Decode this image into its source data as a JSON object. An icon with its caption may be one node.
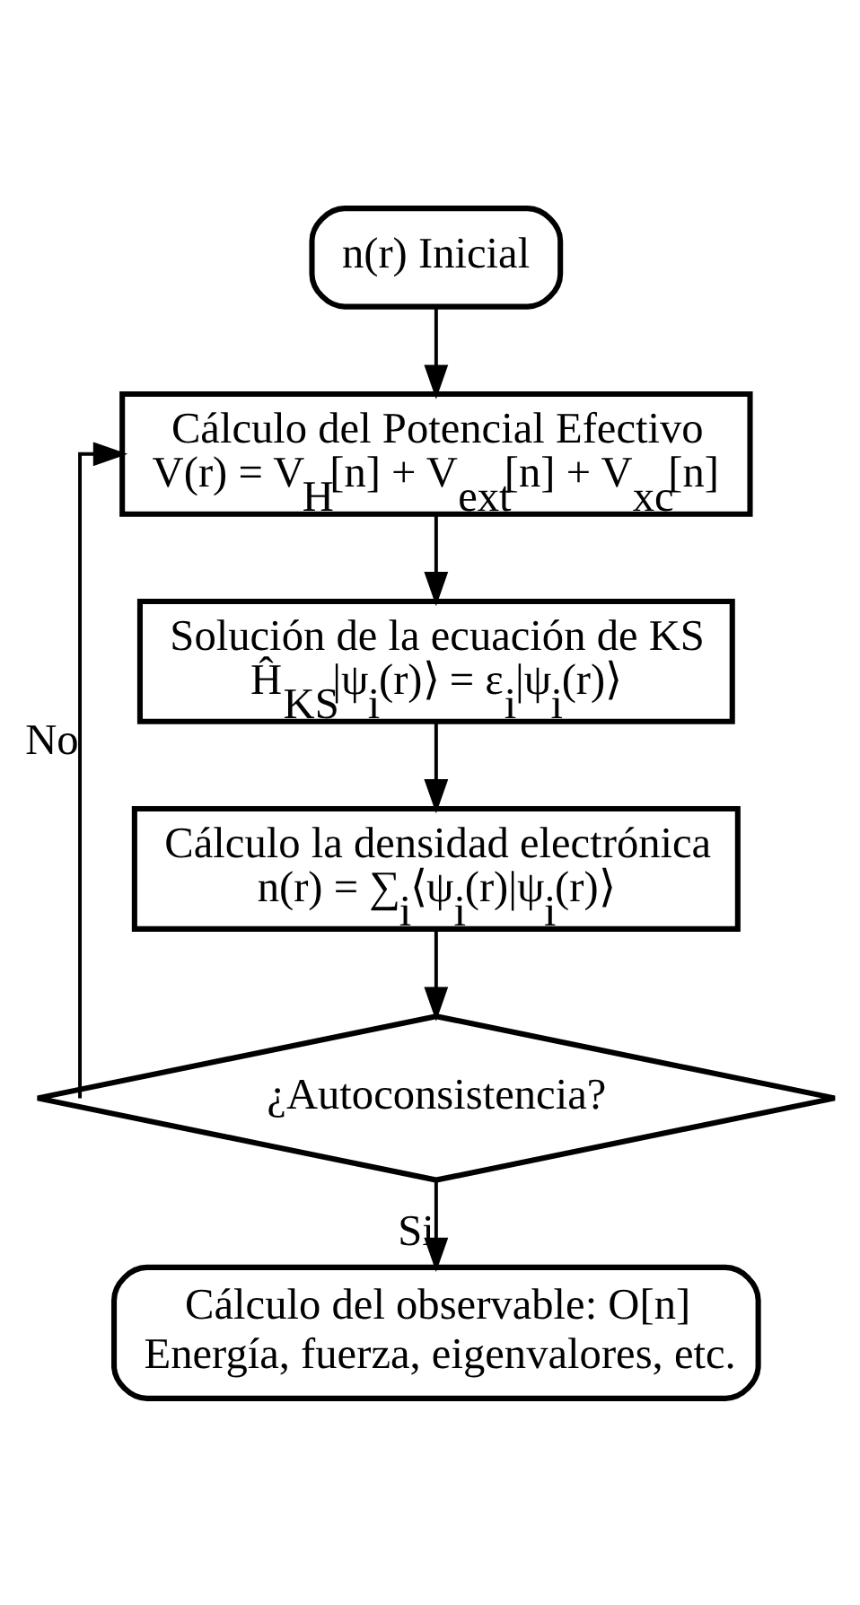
{
  "diagram": {
    "nodes": [
      {
        "text": [
          "n(r) Inicial"
        ]
      },
      {
        "text": [
          "Cálculo del Potencial Efectivo",
          "V(r) = V$_{H}$[n] + V$_{ext}$[n] + V$_{xc}$[n]"
        ]
      },
      {
        "text": [
          "Solución de la ecuación de KS",
          "Ĥ$_{KS}$|ψ$_{i}$(r)⟩ = ε$_{i}$|ψ$_{i}$(r)⟩"
        ]
      },
      {
        "text": [
          "Cálculo la densidad electrónica",
          "n(r) = ∑$_{i}$⟨ψ$_{i}$(r)|ψ$_{i}$(r)⟩"
        ]
      },
      {
        "text": [
          "¿Autoconsistencia?"
        ]
      },
      {
        "text": [
          "Cálculo del observable: O[n]",
          "Energía, fuerza, eigenvalores, etc."
        ]
      }
    ],
    "edges": [
      {
        "from": 0,
        "to": 1,
        "arrow": "to"
      },
      {
        "from": 1,
        "to": 2,
        "arrow": "to"
      },
      {
        "from": 2,
        "to": 3,
        "arrow": "to"
      },
      {
        "from": 3,
        "to": 4,
        "arrow": "to"
      },
      {
        "from": 4,
        "to": 1,
        "arrow": "to",
        "label": "No"
      },
      {
        "from": 4,
        "to": 5,
        "arrow": "to",
        "label": "Si"
      }
    ]
  }
}
